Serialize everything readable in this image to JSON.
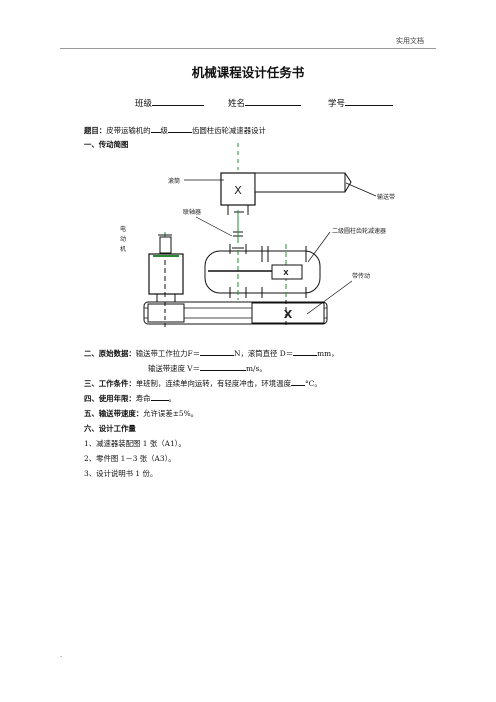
{
  "header": {
    "tag": "实用文档"
  },
  "title": "机械课程设计任务书",
  "student": {
    "class_label": "班级",
    "name_label": "姓名",
    "id_label": "学号"
  },
  "topic": {
    "label": "题目：",
    "part1": "皮带运输机的",
    "part2": "级",
    "part3": "齿圆柱齿轮减速器设计"
  },
  "sections": {
    "s1": "一、传动简图",
    "s2": "二、原始数据：",
    "s3": "三、工作条件：",
    "s4": "四、使用年限：",
    "s5": "五、输送带速度：",
    "s6": "六、设计工作量"
  },
  "diagram_labels": {
    "drum": "滚筒",
    "conveyor_belt": "输送带",
    "coupling": "联轴器",
    "motor": [
      "电",
      "动",
      "机"
    ],
    "reducer": "二级圆柱齿轮减速器",
    "belt_drive": "带传动",
    "x_mark": "X"
  },
  "data": {
    "line1_a": "输送带工作拉力F＝",
    "line1_b": "N，滚筒直径 D＝",
    "line1_c": "mm，",
    "line2_a": "输送带速度 V＝",
    "line2_b": "m/s。"
  },
  "conditions": {
    "text": "单班制，连续单向运转，有轻度冲击，环境温度",
    "unit": "°C。"
  },
  "service": {
    "text": "寿命",
    "end": "。"
  },
  "speed": {
    "text": "允许误差±5%。"
  },
  "workload": [
    "1、减速器装配图 1 张（A1）。",
    "2、零件图 1－3 张（A3）。",
    "3、设计说明书 1 份。"
  ],
  "footer": "."
}
